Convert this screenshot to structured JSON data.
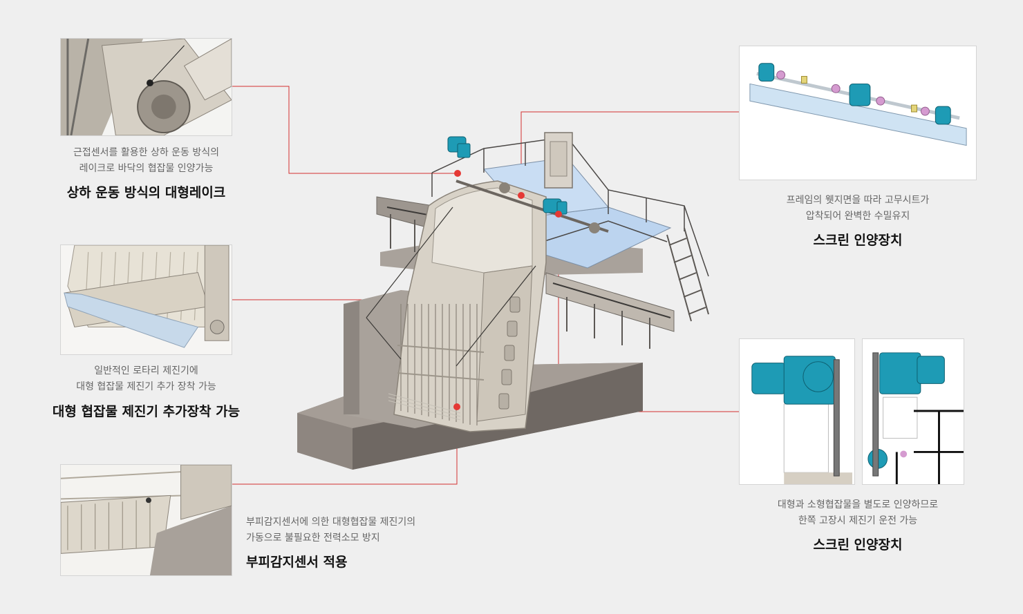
{
  "features": [
    {
      "id": "vertical-rake",
      "desc_line1": "근접센서를 활용한 상하 운동 방식의",
      "desc_line2": "레이크로 바닥의 협잡물 인양가능",
      "title": "상하 운동 방식의 대형레이크"
    },
    {
      "id": "large-screen-addon",
      "desc_line1": "일반적인 로타리 제진기에",
      "desc_line2": "대형 협잡물 제진기 추가 장착 가능",
      "title": "대형 협잡물 제진기 추가장착 가능"
    },
    {
      "id": "float-sensor",
      "desc_line1": "부피감지센서에 의한 대형협잡물 제진기의",
      "desc_line2": "가동으로 불필요한 전력소모 방지",
      "title": "부피감지센서 적용"
    },
    {
      "id": "screen-lift-1",
      "desc_line1": "프레임의 웻지면을 따라 고무시트가",
      "desc_line2": "압착되어 완벽한 수밀유지",
      "title": "스크린 인양장치"
    },
    {
      "id": "screen-lift-2",
      "desc_line1": "대형과 소형협잡물을 별도로 인양하므로",
      "desc_line2": "한쪽 고장시 제진기 운전 가능",
      "title": "스크린 인양장치"
    }
  ],
  "colors": {
    "background": "#efefef",
    "connector": "#d32f2f",
    "marker": "#e53935",
    "motor": "#1e9bb5",
    "frame": "#cfc8bc",
    "concrete": "#8e8680"
  }
}
